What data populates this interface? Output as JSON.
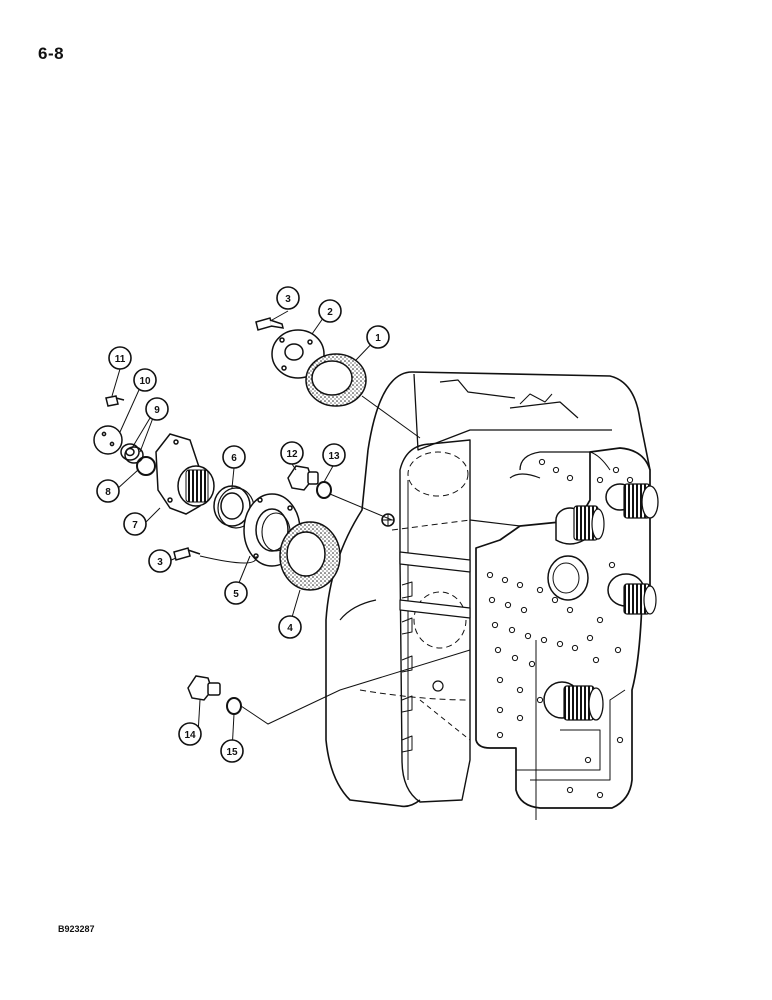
{
  "page_number": "6-8",
  "drawing_code": "B923287",
  "callouts": [
    {
      "id": "c1",
      "label": "1"
    },
    {
      "id": "c2",
      "label": "2"
    },
    {
      "id": "c3a",
      "label": "3"
    },
    {
      "id": "c3b",
      "label": "3"
    },
    {
      "id": "c4",
      "label": "4"
    },
    {
      "id": "c5",
      "label": "5"
    },
    {
      "id": "c6",
      "label": "6"
    },
    {
      "id": "c7",
      "label": "7"
    },
    {
      "id": "c8",
      "label": "8"
    },
    {
      "id": "c9",
      "label": "9"
    },
    {
      "id": "c10",
      "label": "10"
    },
    {
      "id": "c11",
      "label": "11"
    },
    {
      "id": "c12",
      "label": "12"
    },
    {
      "id": "c13",
      "label": "13"
    },
    {
      "id": "c14",
      "label": "14"
    },
    {
      "id": "c15",
      "label": "15"
    }
  ]
}
